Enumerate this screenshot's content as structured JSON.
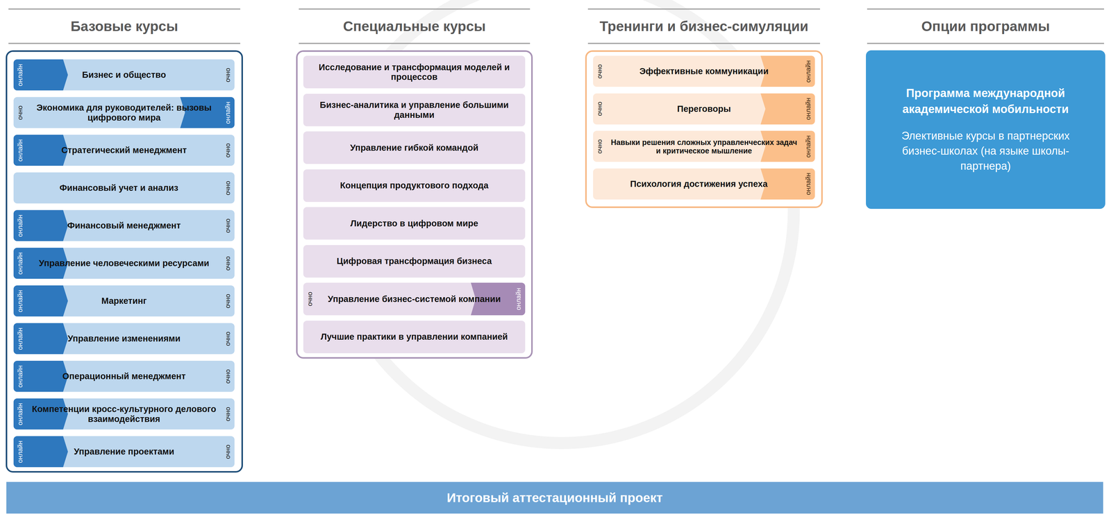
{
  "diagram": {
    "nodes": [
      {
        "text": [
          "Базовые курсы"
        ]
      },
      {
        "text": [
          "онлайн",
          "Бизнес и общество",
          "очно"
        ],
        "in": 0
      },
      {
        "text": [
          "очно",
          "Экономика для руководителей: вызовы цифрового мира",
          "онлайн"
        ],
        "in": 0
      },
      {
        "text": [
          "онлайн",
          "Стратегический менеджмент",
          "очно"
        ],
        "in": 0
      },
      {
        "text": [
          "Финансовый учет и анализ",
          "очно"
        ],
        "in": 0
      },
      {
        "text": [
          "онлайн",
          "Финансовый менеджмент",
          "очно"
        ],
        "in": 0
      },
      {
        "text": [
          "онлайн",
          "Управление человеческими ресурсами",
          "очно"
        ],
        "in": 0
      },
      {
        "text": [
          "онлайн",
          "Маркетинг",
          "очно"
        ],
        "in": 0
      },
      {
        "text": [
          "онлайн",
          "Управление изменениями",
          "очно"
        ],
        "in": 0
      },
      {
        "text": [
          "онлайн",
          "Операционный менеджмент",
          "очно"
        ],
        "in": 0
      },
      {
        "text": [
          "онлайн",
          "Компетенции кросс-культурного делового взаимодействия",
          "очно"
        ],
        "in": 0
      },
      {
        "text": [
          "онлайн",
          "Управление проектами",
          "очно"
        ],
        "in": 0
      },
      {
        "text": [
          "Специальные курсы"
        ]
      },
      {
        "text": [
          "Исследование и трансформация моделей и процессов"
        ],
        "in": 12
      },
      {
        "text": [
          "Бизнес-аналитика и управление большими данными"
        ],
        "in": 12
      },
      {
        "text": [
          "Управление гибкой командой"
        ],
        "in": 12
      },
      {
        "text": [
          "Концепция продуктового подхода"
        ],
        "in": 12
      },
      {
        "text": [
          "Лидерство в цифровом мире"
        ],
        "in": 12
      },
      {
        "text": [
          "Цифровая трансформация бизнеса"
        ],
        "in": 12
      },
      {
        "text": [
          "очно",
          "Управление бизнес-системой компании",
          "онлайн"
        ],
        "in": 12
      },
      {
        "text": [
          "Лучшие практики в управлении компанией"
        ],
        "in": 12
      },
      {
        "text": [
          "Тренинги и бизнес-симуляции"
        ]
      },
      {
        "text": [
          "очно",
          "Эффективные коммуникации",
          "онлайн"
        ],
        "in": 21
      },
      {
        "text": [
          "очно",
          "Переговоры",
          "онлайн"
        ],
        "in": 21
      },
      {
        "text": [
          "очно",
          "Навыки решения сложных управленческих задач и критическое мышление",
          "онлайн"
        ],
        "in": 21
      },
      {
        "text": [
          "Психология достижения успеха",
          "онлайн"
        ],
        "in": 21
      },
      {
        "text": [
          "Опции программы"
        ]
      },
      {
        "text": [
          "Программа международной академической мобильности",
          "Элективные курсы в партнерских бизнес-школах (на языке школы-партнера)"
        ],
        "in": 26
      },
      {
        "text": [
          "Итоговый аттестационный проект"
        ]
      }
    ]
  }
}
